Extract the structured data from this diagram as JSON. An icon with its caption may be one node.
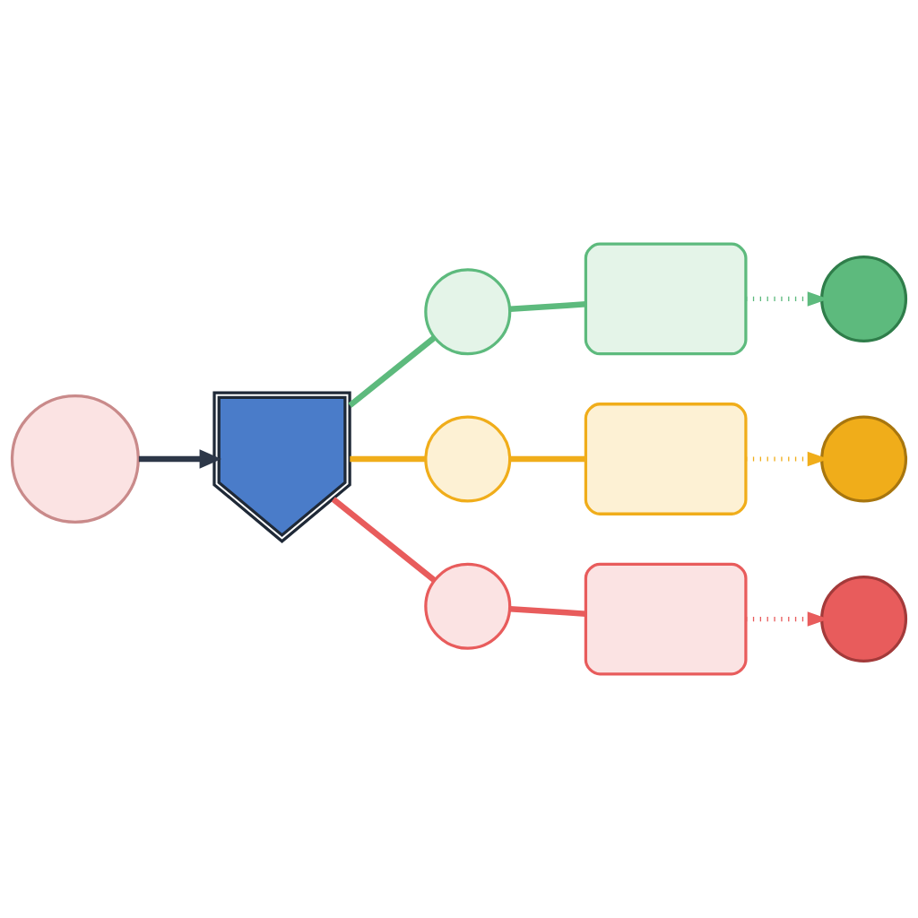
{
  "diagram": {
    "nodes": [
      {
        "text": [],
        "shape": "circle"
      },
      {
        "text": [],
        "shape": "shield"
      },
      {
        "text": [],
        "shape": "circle"
      },
      {
        "text": [],
        "shape": "box"
      },
      {
        "text": [],
        "shape": "circle"
      },
      {
        "text": [],
        "shape": "circle"
      },
      {
        "text": [],
        "shape": "box"
      },
      {
        "text": [],
        "shape": "circle"
      },
      {
        "text": [],
        "shape": "circle"
      },
      {
        "text": [],
        "shape": "box"
      },
      {
        "text": [],
        "shape": "circle"
      }
    ],
    "edges": [
      {
        "from": 0,
        "to": 1,
        "arrow": "to",
        "color": "#2d3748"
      },
      {
        "from": 1,
        "to": 2,
        "arrow": "none",
        "color": "#5dba7d"
      },
      {
        "from": 2,
        "to": 3,
        "arrow": "none",
        "color": "#5dba7d"
      },
      {
        "from": 3,
        "to": 4,
        "arrow": "to",
        "style": "dashed",
        "color": "#5dba7d"
      },
      {
        "from": 1,
        "to": 5,
        "arrow": "none",
        "color": "#f0ad1a"
      },
      {
        "from": 5,
        "to": 6,
        "arrow": "none",
        "color": "#f0ad1a"
      },
      {
        "from": 6,
        "to": 7,
        "arrow": "to",
        "style": "dashed",
        "color": "#f0ad1a"
      },
      {
        "from": 1,
        "to": 8,
        "arrow": "none",
        "color": "#e85c5c"
      },
      {
        "from": 8,
        "to": 9,
        "arrow": "none",
        "color": "#e85c5c"
      },
      {
        "from": 9,
        "to": 10,
        "arrow": "to",
        "style": "dashed",
        "color": "#e85c5c"
      }
    ]
  }
}
